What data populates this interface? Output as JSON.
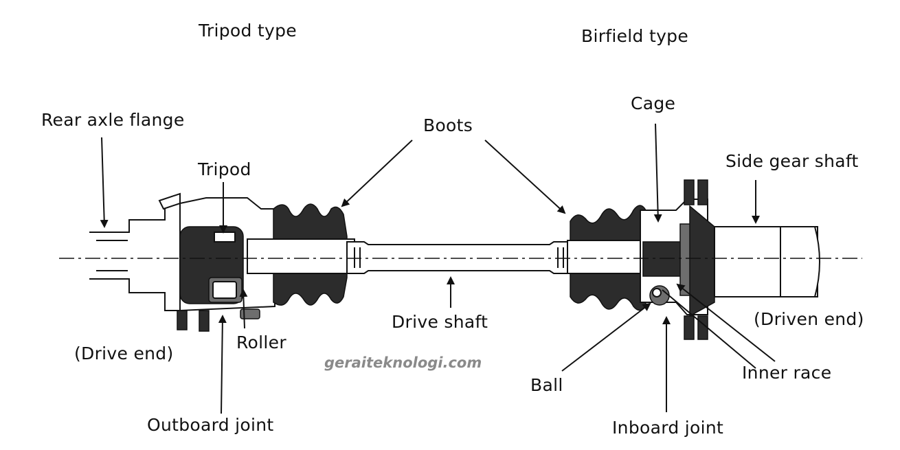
{
  "diagram": {
    "headings": {
      "tripod_type": "Tripod type",
      "birfield_type": "Birfield type"
    },
    "labels": {
      "rear_axle_flange": "Rear axle flange",
      "tripod": "Tripod",
      "boots": "Boots",
      "cage": "Cage",
      "side_gear_shaft": "Side gear shaft",
      "drive_end": "(Drive end)",
      "roller": "Roller",
      "drive_shaft": "Drive shaft",
      "driven_end": "(Driven end)",
      "ball": "Ball",
      "inner_race": "Inner race",
      "outboard_joint": "Outboard joint",
      "inboard_joint": "Inboard joint"
    },
    "watermark": "geraiteknologi.com"
  }
}
